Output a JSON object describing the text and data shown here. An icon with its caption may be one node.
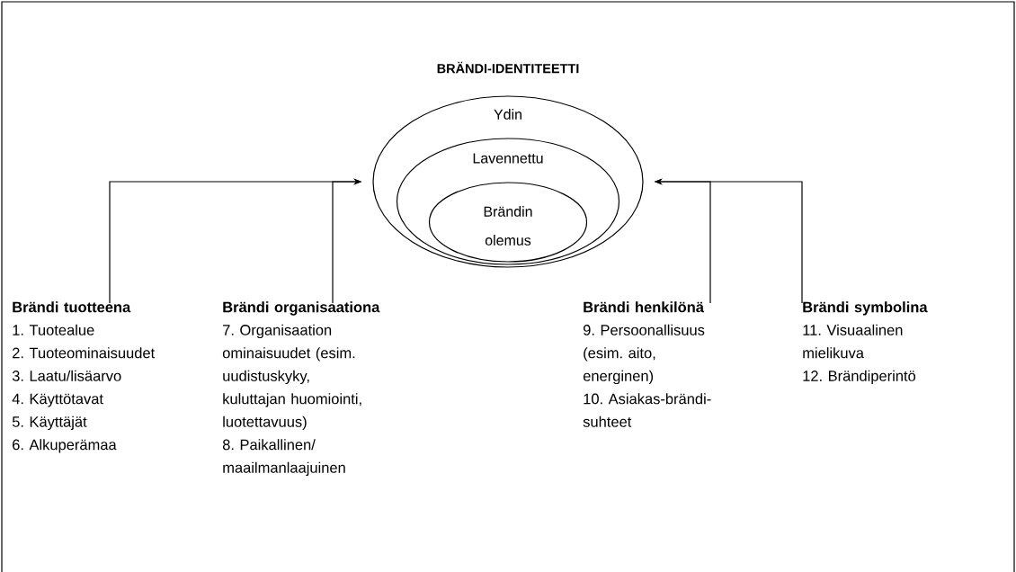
{
  "diagram": {
    "title": "BRÄNDI-IDENTITEETTI",
    "nodes": [
      {
        "text": [
          "Ydin"
        ]
      },
      {
        "text": [
          "Lavennettu"
        ],
        "in": 0
      },
      {
        "text": [
          "Brändin olemus"
        ],
        "in": 1
      },
      {
        "text": [
          "Brändi tuotteena",
          "1. Tuotealue",
          "2. Tuoteominaisuudet",
          "3. Laatu/lisäarvo",
          "4. Käyttötavat",
          "5. Käyttäjät",
          "6. Alkuperämaa"
        ]
      },
      {
        "text": [
          "Brändi organisaationa",
          "7. Organisaation ominaisuudet (esim. uudistuskyky, kuluttajan huomiointi, luotettavuus)",
          "8. Paikallinen/ maailmanlaajuinen"
        ]
      },
      {
        "text": [
          "Brändi henkilönä",
          "9. Persoonallisuus (esim. aito, energinen)",
          "10. Asiakas-brändi-suhteet"
        ]
      },
      {
        "text": [
          "Brändi symbolina",
          "11. Visuaalinen mielikuva",
          "12. Brändiperintö"
        ]
      }
    ],
    "edges": [
      {
        "from": 3,
        "to": 0,
        "arrow": "to"
      },
      {
        "from": 4,
        "to": 0,
        "arrow": "to"
      },
      {
        "from": 5,
        "to": 0,
        "arrow": "to"
      },
      {
        "from": 6,
        "to": 0,
        "arrow": "to"
      }
    ]
  }
}
